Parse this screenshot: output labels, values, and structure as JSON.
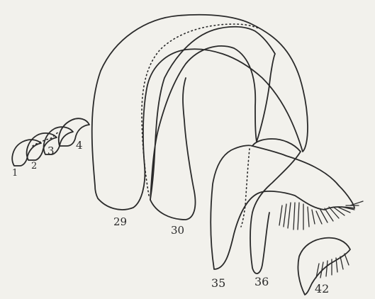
{
  "figure": {
    "labels": {
      "s1": "1",
      "s2": "2",
      "s3": "3",
      "s4": "4",
      "s29": "29",
      "s30": "30",
      "s35": "35",
      "s36": "36",
      "s42": "42"
    }
  }
}
